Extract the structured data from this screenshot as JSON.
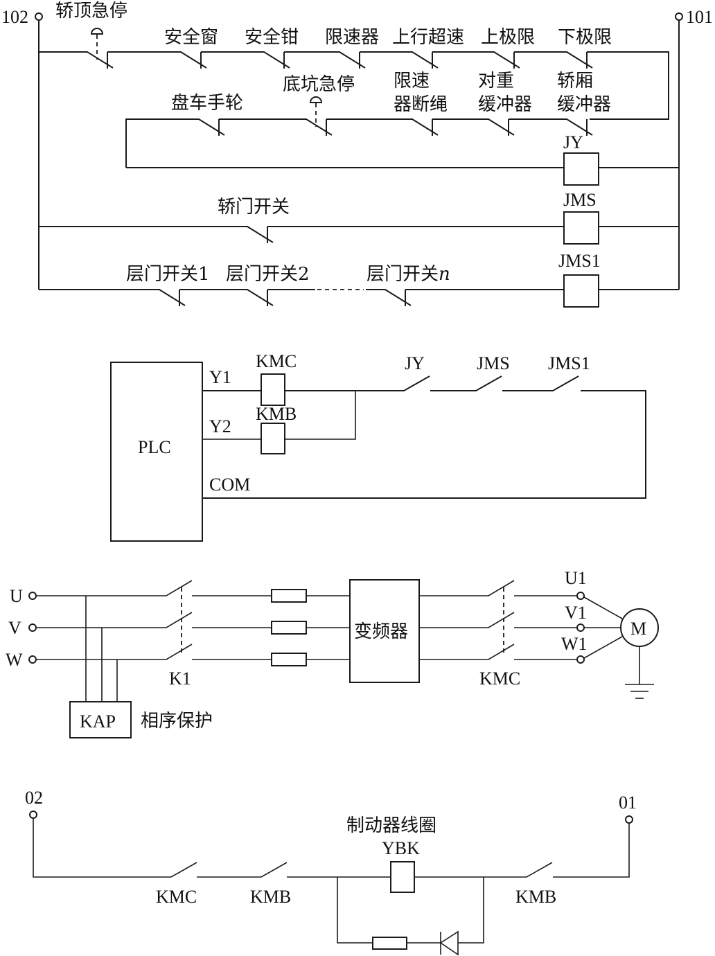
{
  "safety_circuit": {
    "terminal_left": "102",
    "terminal_right": "101",
    "row1_switches": [
      "轿顶急停",
      "安全窗",
      "安全钳",
      "限速器",
      "上行超速",
      "上极限",
      "下极限"
    ],
    "row2_switches": [
      {
        "line1": "盘车手轮",
        "line2": ""
      },
      {
        "line1": "底坑急停",
        "line2": ""
      },
      {
        "line1": "限速",
        "line2": "器断绳"
      },
      {
        "line1": "对重",
        "line2": "缓冲器"
      },
      {
        "line1": "轿厢",
        "line2": "缓冲器"
      }
    ],
    "relay_jy": "JY",
    "car_door_switch": "轿门开关",
    "relay_jms": "JMS",
    "landing_door_switches": [
      "层门开关1",
      "层门开关2",
      "层门开关"
    ],
    "landing_door_n": "n",
    "relay_jms1": "JMS1"
  },
  "plc_circuit": {
    "plc_label": "PLC",
    "output_y1": "Y1",
    "output_y2": "Y2",
    "common": "COM",
    "coil_kmc": "KMC",
    "coil_kmb": "KMB",
    "contacts": [
      "JY",
      "JMS",
      "JMS1"
    ]
  },
  "power_circuit": {
    "phases": [
      "U",
      "V",
      "W"
    ],
    "breaker": "K1",
    "inverter": "变频器",
    "contactor": "KMC",
    "motor_terminals": [
      "U1",
      "V1",
      "W1"
    ],
    "motor": "M",
    "phase_protector": "KAP",
    "phase_protector_desc": "相序保护"
  },
  "brake_circuit": {
    "terminal_left": "02",
    "terminal_right": "01",
    "coil_desc": "制动器线圈",
    "coil_label": "YBK",
    "contacts": [
      "KMC",
      "KMB",
      "KMB"
    ]
  }
}
